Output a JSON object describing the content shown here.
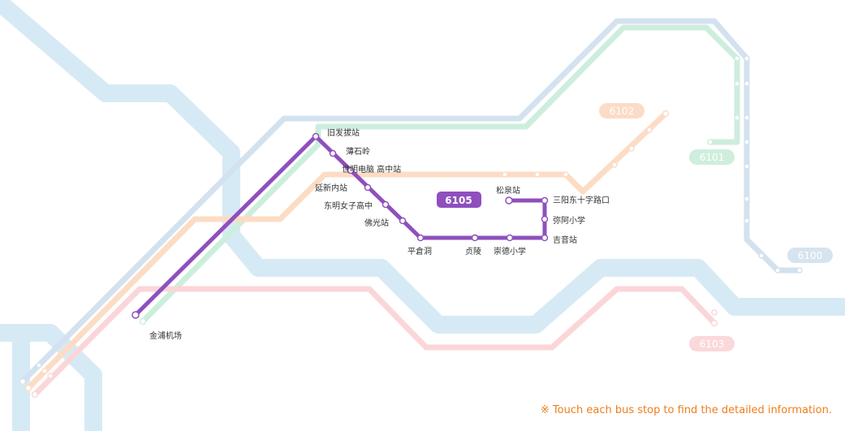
{
  "notice": "※ Touch each bus stop to find the detailed information.",
  "colors": {
    "river": "#d6eaf6",
    "route_6100": "#d3e2ee",
    "route_6101": "#cdeedd",
    "route_6102": "#fcdcc4",
    "route_6103": "#fbd6d8",
    "route_6105": "#8f4fbd",
    "badge_6100": "#d6e4ef",
    "badge_6101": "#cfeedd",
    "badge_6102": "#fbdcc6",
    "badge_6103": "#fbd8da",
    "notice": "#f07d1b"
  },
  "routes": {
    "r6100": {
      "number": "6100"
    },
    "r6101": {
      "number": "6101"
    },
    "r6102": {
      "number": "6102"
    },
    "r6103": {
      "number": "6103"
    },
    "r6105": {
      "number": "6105"
    }
  },
  "stops_6105": [
    {
      "name": "旧发拔站"
    },
    {
      "name": "薄石岭"
    },
    {
      "name": "世明电脑 高中站"
    },
    {
      "name": "延新内站"
    },
    {
      "name": "东明女子高中"
    },
    {
      "name": "佛光站"
    },
    {
      "name": "平倉洞"
    },
    {
      "name": "贞陵"
    },
    {
      "name": "崇德小学"
    },
    {
      "name": "吉音站"
    },
    {
      "name": "弥阿小学"
    },
    {
      "name": "三阳东十字路口"
    },
    {
      "name": "松泉站"
    },
    {
      "name": "金浦机场"
    }
  ]
}
